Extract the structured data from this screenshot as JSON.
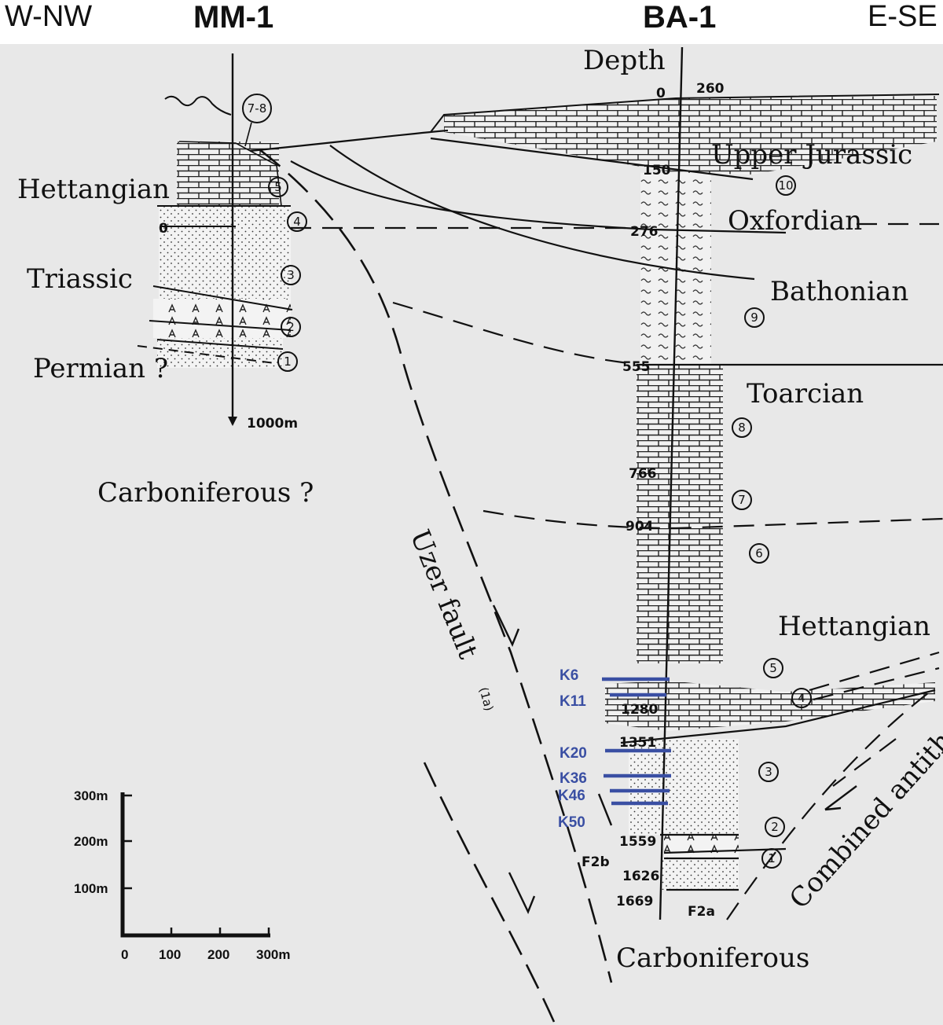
{
  "header": {
    "left_direction": "W-NW",
    "right_direction": "E-SE",
    "well_left": "MM-1",
    "well_right": "BA-1"
  },
  "well_mm1": {
    "top_marker": "7-8",
    "formations": [
      "Hettangian",
      "Triassic",
      "Permian ?"
    ],
    "units": [
      "5",
      "4",
      "3",
      "2",
      "1"
    ],
    "depth_zero": "0",
    "td_label": "1000m",
    "below": "Carboniferous ?"
  },
  "well_ba1": {
    "depth_title": "Depth",
    "top_values": [
      "0",
      "260"
    ],
    "depths": [
      "150",
      "276",
      "555",
      "766",
      "904",
      "1280",
      "1351",
      "1559",
      "1626",
      "1669"
    ],
    "formations": [
      "Upper Jurassic",
      "Oxfordian",
      "Bathonian",
      "Toarcian",
      "Hettangian",
      "Carboniferous"
    ],
    "units": [
      "10",
      "9",
      "8",
      "7",
      "6",
      "5",
      "4",
      "3",
      "2",
      "1"
    ],
    "fault_labels": [
      "F2b",
      "F2a"
    ]
  },
  "fault": {
    "name": "Uzer fault",
    "code": "(1a)",
    "antithetic": "Combined antith"
  },
  "samples": [
    "K6",
    "K11",
    "K20",
    "K36",
    "K46",
    "K50"
  ],
  "scale": {
    "vertical": [
      "300m",
      "200m",
      "100m"
    ],
    "horizontal": [
      "0",
      "100",
      "200",
      "300m"
    ]
  },
  "colors": {
    "sample_color": "#3a4fa3",
    "background": "#e8e8e8"
  }
}
